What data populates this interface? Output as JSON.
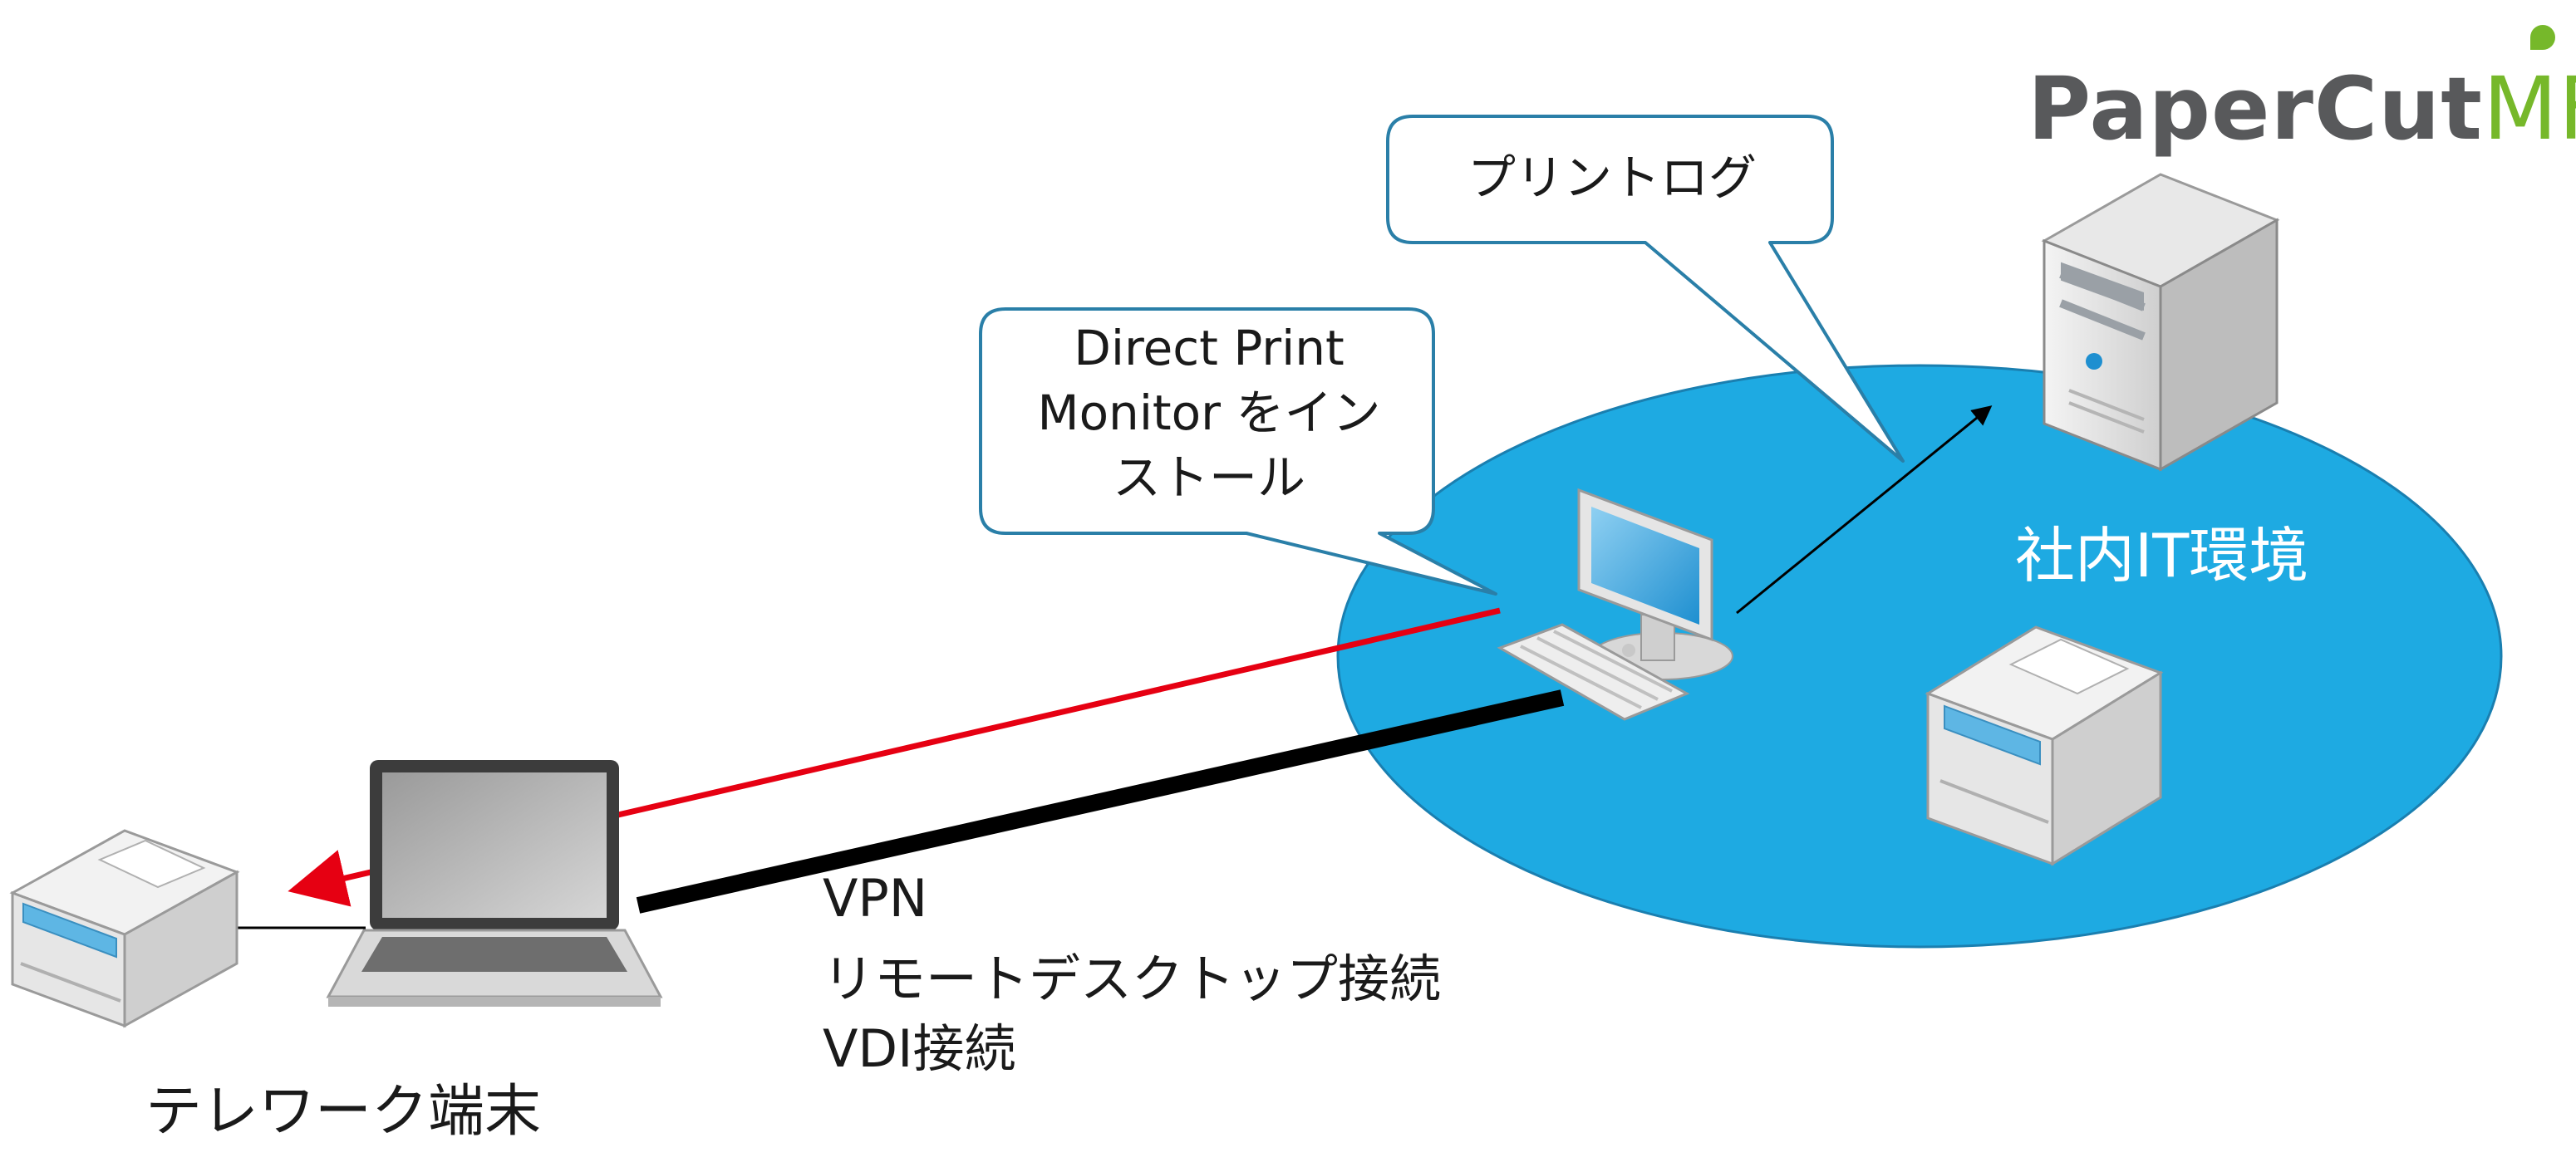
{
  "logo": {
    "brand": "PaperCut",
    "suffix": "MF",
    "brand_color": "#58595b",
    "suffix_color": "#76b82a"
  },
  "bubbles": {
    "print_log": "プリントログ",
    "install_line1": "Direct Print",
    "install_line2": "Monitor をイン",
    "install_line3": "ストール"
  },
  "network": {
    "label": "社内IT環境",
    "color": "#1eaae2"
  },
  "connection": {
    "line1": "VPN",
    "line2": "リモートデスクトップ接続",
    "line3": "VDI接続"
  },
  "telework": {
    "label": "テレワーク端末"
  },
  "colors": {
    "print_arrow": "#e60012",
    "connection_line": "#000000",
    "bubble_border": "#2a7fa8"
  }
}
